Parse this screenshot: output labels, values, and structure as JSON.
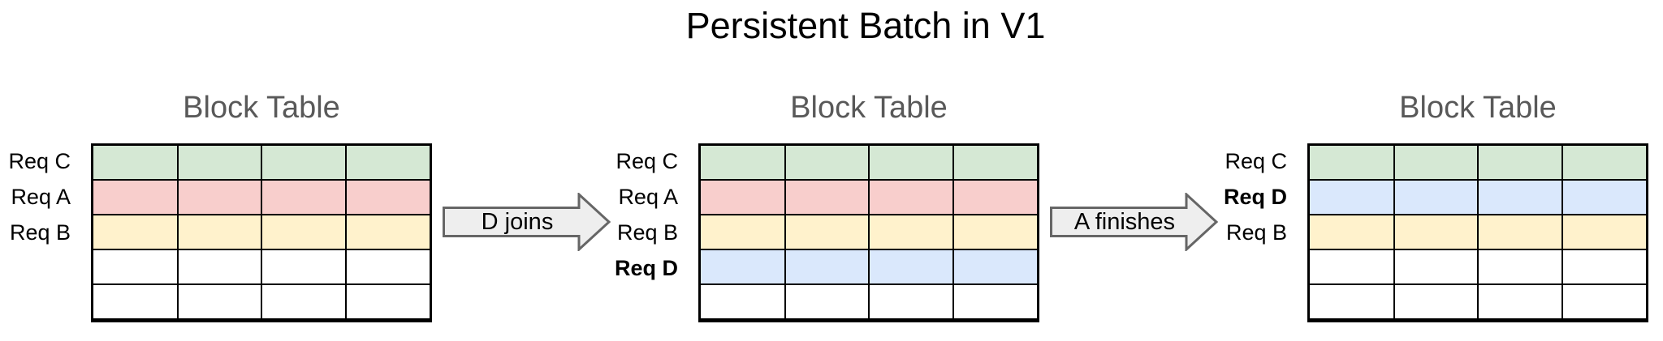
{
  "title": "Persistent Batch in V1",
  "colors": {
    "row_green": "#d5e8d4",
    "row_red": "#f8cecc",
    "row_yellow": "#fff2cc",
    "row_blue": "#dae8fc",
    "row_empty": "#ffffff",
    "grid_border": "#000000",
    "heading_gray": "#595959",
    "arrow_fill": "#eeeeee",
    "arrow_stroke": "#666666"
  },
  "arrows": [
    {
      "label": "D joins"
    },
    {
      "label": "A finishes"
    }
  ],
  "tables": [
    {
      "heading": "Block Table",
      "columns": 4,
      "rows": [
        {
          "label": "Req C",
          "fill": "#d5e8d4",
          "weight": "normal"
        },
        {
          "label": "Req A",
          "fill": "#f8cecc",
          "weight": "normal"
        },
        {
          "label": "Req B",
          "fill": "#fff2cc",
          "weight": "normal"
        },
        {
          "label": "",
          "fill": "#ffffff",
          "weight": "normal"
        },
        {
          "label": "",
          "fill": "#ffffff",
          "weight": "normal"
        }
      ]
    },
    {
      "heading": "Block Table",
      "columns": 4,
      "rows": [
        {
          "label": "Req C",
          "fill": "#d5e8d4",
          "weight": "normal"
        },
        {
          "label": "Req A",
          "fill": "#f8cecc",
          "weight": "normal"
        },
        {
          "label": "Req B",
          "fill": "#fff2cc",
          "weight": "normal"
        },
        {
          "label": "Req D",
          "fill": "#dae8fc",
          "weight": "bold"
        },
        {
          "label": "",
          "fill": "#ffffff",
          "weight": "normal"
        }
      ]
    },
    {
      "heading": "Block Table",
      "columns": 4,
      "rows": [
        {
          "label": "Req C",
          "fill": "#d5e8d4",
          "weight": "normal"
        },
        {
          "label": "Req D",
          "fill": "#dae8fc",
          "weight": "bold"
        },
        {
          "label": "Req B",
          "fill": "#fff2cc",
          "weight": "normal"
        },
        {
          "label": "",
          "fill": "#ffffff",
          "weight": "normal"
        },
        {
          "label": "",
          "fill": "#ffffff",
          "weight": "normal"
        }
      ]
    }
  ]
}
